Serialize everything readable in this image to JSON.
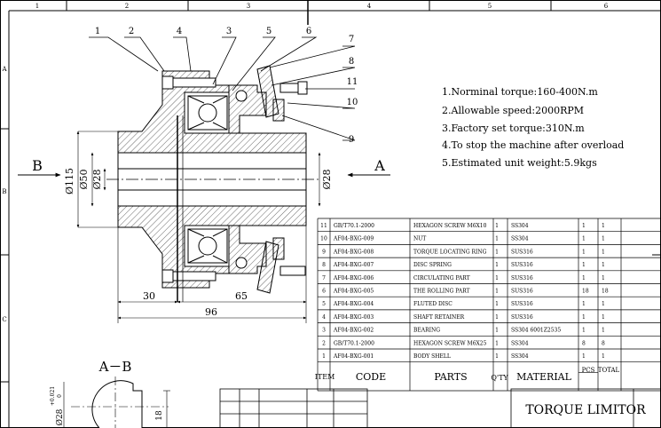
{
  "border": {
    "top_zones": [
      "1",
      "2",
      "3",
      "4",
      "5",
      "6"
    ],
    "left_zones": [
      "A",
      "B",
      "C"
    ]
  },
  "balloons": [
    "1",
    "2",
    "4",
    "3",
    "5",
    "6",
    "7",
    "8",
    "11",
    "10",
    "9"
  ],
  "section_marks": {
    "left": "B",
    "right": "A"
  },
  "section_title": "A－B",
  "dimensions": {
    "d115": "Ø115",
    "d50": "Ø50",
    "d28": "Ø28",
    "d28_right": "Ø28",
    "w30": "30",
    "w65": "65",
    "w96": "96",
    "section_d28": "Ø28",
    "tol_upper": "+0.021",
    "tol_lower": "0",
    "keyway": "18"
  },
  "notes": [
    "1.Norminal torque:160-400N.m",
    "2.Allowable speed:2000RPM",
    "3.Factory set torque:310N.m",
    "4.To stop the machine after overload",
    "5.Estimated unit weight:5.9kgs"
  ],
  "bom": {
    "rows": [
      [
        "11",
        "GB/T70.1-2000",
        "HEXAGON SCREW M6X10",
        "1",
        "SS304",
        "1",
        "1"
      ],
      [
        "10",
        "AF04-BXG-009",
        "NUT",
        "1",
        "SS304",
        "1",
        "1"
      ],
      [
        "9",
        "AF04-BXG-008",
        "TORQUE LOCATING RING",
        "1",
        "SUS316",
        "1",
        "1"
      ],
      [
        "8",
        "AF04-BXG-007",
        "DISC SPRING",
        "1",
        "SUS316",
        "1",
        "1"
      ],
      [
        "7",
        "AF04-BXG-006",
        "CIRCULATING PART",
        "1",
        "SUS316",
        "1",
        "1"
      ],
      [
        "6",
        "AF04-BXG-005",
        "THE ROLLING PART",
        "1",
        "SUS316",
        "18",
        "18"
      ],
      [
        "5",
        "AF04-BXG-004",
        "FLUTED DISC",
        "1",
        "SUS316",
        "1",
        "1"
      ],
      [
        "4",
        "AF04-BXG-003",
        "SHAFT RETAINER",
        "1",
        "SUS316",
        "1",
        "1"
      ],
      [
        "3",
        "AF04-BXG-002",
        "BEARING",
        "1",
        "SS304  6001Z2535",
        "1",
        "1"
      ],
      [
        "2",
        "GB/T70.1-2000",
        "HEXAGON SCREW M6X25",
        "1",
        "SS304",
        "8",
        "8"
      ],
      [
        "1",
        "AF04-BXG-001",
        "BODY SHELL",
        "1",
        "SS304",
        "1",
        "1"
      ]
    ],
    "header": {
      "item": "ITEM",
      "code": "CODE",
      "parts": "PARTS",
      "qty": "Q'TY",
      "material": "MATERIAL",
      "pcs": "PCS",
      "total": "TOTAL"
    }
  },
  "title_block": {
    "title": "TORQUE LIMITOR"
  }
}
